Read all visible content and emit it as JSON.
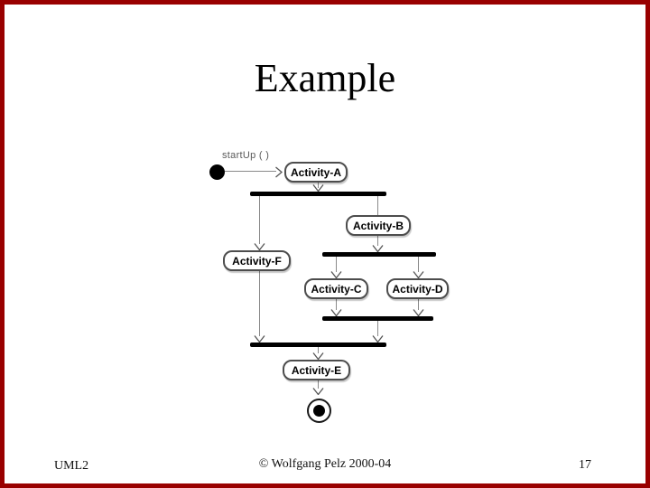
{
  "slide": {
    "title": "Example"
  },
  "footer": {
    "left": "UML2",
    "center": "© Wolfgang Pelz 2000-04",
    "page": "17"
  },
  "diagram": {
    "type": "uml-activity-diagram",
    "start_label": "startUp ( )",
    "nodes": [
      {
        "id": "activity-a",
        "label": "Activity-A"
      },
      {
        "id": "activity-b",
        "label": "Activity-B"
      },
      {
        "id": "activity-f",
        "label": "Activity-F"
      },
      {
        "id": "activity-c",
        "label": "Activity-C"
      },
      {
        "id": "activity-d",
        "label": "Activity-D"
      },
      {
        "id": "activity-e",
        "label": "Activity-E"
      }
    ],
    "bars": [
      "fork-1",
      "fork-2",
      "join-1",
      "join-2"
    ],
    "edges": [
      "start -> Activity-A",
      "Activity-A -> fork-1",
      "fork-1 -> Activity-F",
      "fork-1 -> Activity-B",
      "Activity-B -> fork-2",
      "fork-2 -> Activity-C",
      "fork-2 -> Activity-D",
      "Activity-C -> join-1",
      "Activity-D -> join-1",
      "join-1 -> join-2",
      "Activity-F -> join-2",
      "join-2 -> Activity-E",
      "Activity-E -> final"
    ]
  },
  "colors": {
    "frame": "#990000",
    "bar": "#000000",
    "line": "#8a8a8a",
    "box_border": "#4d4d4d",
    "arrow": "#555555",
    "label_gray": "#595959"
  }
}
